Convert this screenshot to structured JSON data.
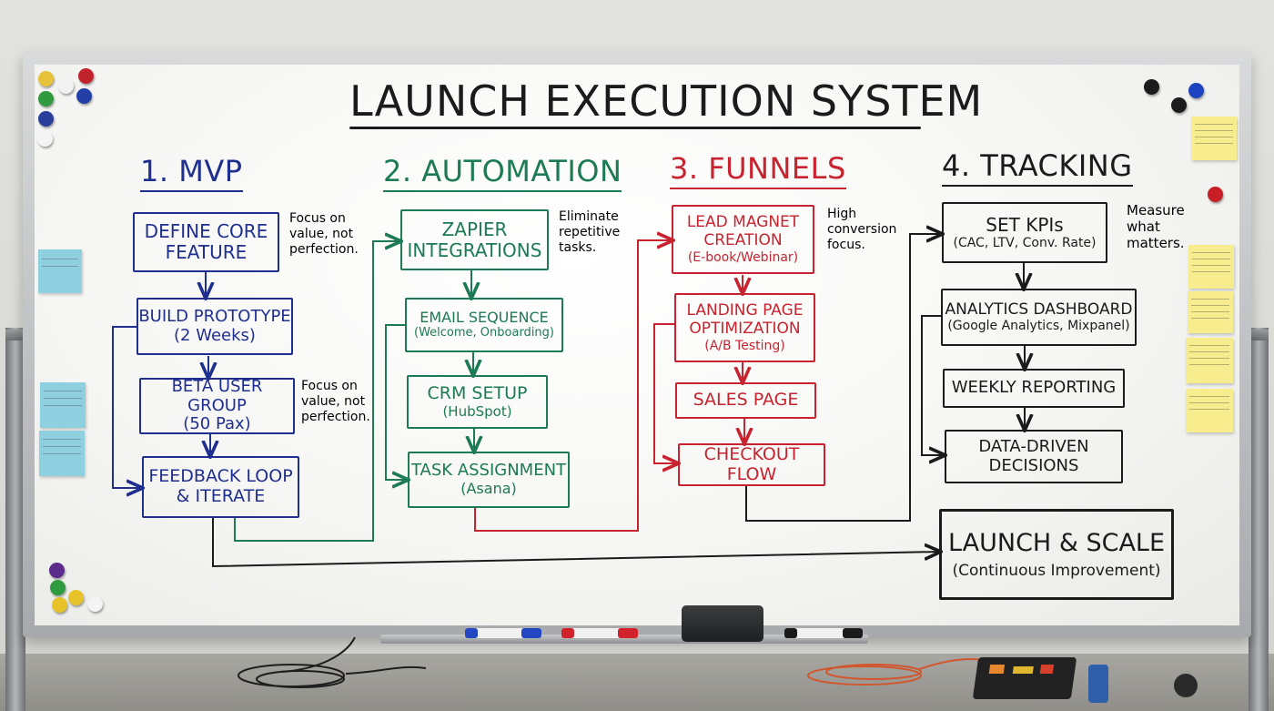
{
  "title": "LAUNCH EXECUTION SYSTEM",
  "sections": {
    "mvp": {
      "heading": "1. MVP",
      "boxes": [
        {
          "lines": [
            "DEFINE CORE",
            "FEATURE"
          ]
        },
        {
          "lines": [
            "BUILD PROTOTYPE",
            "(2 Weeks)"
          ]
        },
        {
          "lines": [
            "BETA USER GROUP",
            "(50 Pax)"
          ]
        },
        {
          "lines": [
            "FEEDBACK LOOP",
            "& ITERATE"
          ]
        }
      ],
      "notes": [
        {
          "lines": [
            "Focus on",
            "value, not",
            "perfection."
          ]
        },
        {
          "lines": [
            "Focus on",
            "value, not",
            "perfection."
          ]
        }
      ]
    },
    "automation": {
      "heading": "2. AUTOMATION",
      "boxes": [
        {
          "lines": [
            "ZAPIER",
            "INTEGRATIONS"
          ]
        },
        {
          "lines": [
            "EMAIL SEQUENCE",
            "(Welcome, Onboarding)"
          ]
        },
        {
          "lines": [
            "CRM SETUP",
            "(HubSpot)"
          ]
        },
        {
          "lines": [
            "TASK ASSIGNMENT",
            "(Asana)"
          ]
        }
      ],
      "note": {
        "lines": [
          "Eliminate",
          "repetitive",
          "tasks."
        ]
      }
    },
    "funnels": {
      "heading": "3. FUNNELS",
      "boxes": [
        {
          "lines": [
            "LEAD MAGNET",
            "CREATION",
            "(E-book/Webinar)"
          ]
        },
        {
          "lines": [
            "LANDING PAGE",
            "OPTIMIZATION",
            "(A/B Testing)"
          ]
        },
        {
          "lines": [
            "SALES PAGE"
          ]
        },
        {
          "lines": [
            "CHECKOUT FLOW"
          ]
        }
      ],
      "note": {
        "lines": [
          "High",
          "conversion",
          "focus."
        ]
      }
    },
    "tracking": {
      "heading": "4. TRACKING",
      "boxes": [
        {
          "lines": [
            "SET KPIs",
            "(CAC, LTV, Conv. Rate)"
          ]
        },
        {
          "lines": [
            "ANALYTICS DASHBOARD",
            "(Google Analytics, Mixpanel)"
          ]
        },
        {
          "lines": [
            "WEEKLY REPORTING"
          ]
        },
        {
          "lines": [
            "DATA-DRIVEN",
            "DECISIONS"
          ]
        }
      ],
      "note": {
        "lines": [
          "Measure",
          "what",
          "matters."
        ]
      }
    }
  },
  "final": {
    "lines": [
      "LAUNCH & SCALE",
      "(Continuous Improvement)"
    ]
  },
  "colors": {
    "mvp": "#1f2f8f",
    "automation": "#1c7a55",
    "funnels": "#c8232e",
    "tracking": "#1b1b1b",
    "sticky_blue": "#8fd0e0",
    "sticky_yellow": "#f7ec8e"
  }
}
